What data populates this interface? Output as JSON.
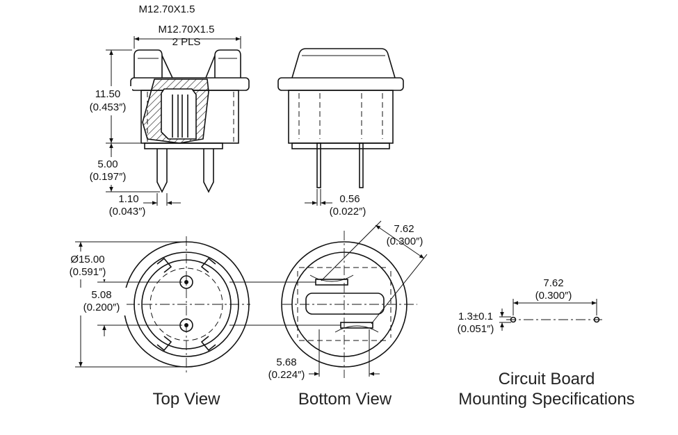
{
  "side_view": {
    "thread_top": "M12.70X1.5",
    "thread_label": "M12.70X1.5",
    "thread_qty": "2 PLS",
    "height_mm": "11.50",
    "height_in": "(0.453″)",
    "pin_len_mm": "5.00",
    "pin_len_in": "(0.197″)",
    "pin_w_mm": "1.10",
    "pin_w_in": "(0.043″)"
  },
  "bottom_side_view": {
    "pin_thk_mm": "0.56",
    "pin_thk_in": "(0.022″)"
  },
  "top_view": {
    "dia_mm": "Ø15.00",
    "dia_in": "(0.591″)",
    "spacing_mm": "5.08",
    "spacing_in": "(0.200″)",
    "caption": "Top View"
  },
  "bottom_view": {
    "pitch_mm": "7.62",
    "pitch_in": "(0.300″)",
    "slot_mm": "5.68",
    "slot_in": "(0.224″)",
    "caption": "Bottom View"
  },
  "pcb": {
    "pitch_mm": "7.62",
    "pitch_in": "(0.300″)",
    "hole_mm": "1.3±0.1",
    "hole_in": "(0.051″)",
    "caption_1": "Circuit Board",
    "caption_2": "Mounting Specifications"
  }
}
